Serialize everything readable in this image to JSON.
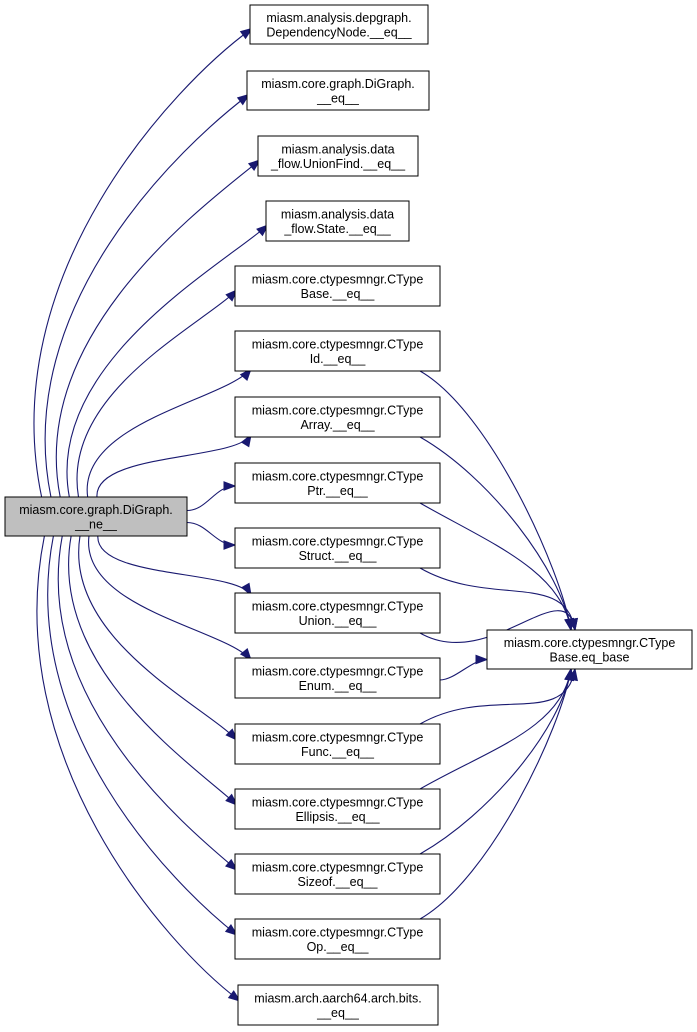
{
  "graph": {
    "colors": {
      "edge": "#191970",
      "node_fill": "#ffffff",
      "root_fill": "#bfbfbf",
      "node_border": "#000000"
    },
    "root": {
      "id": "digraph_ne",
      "lines": [
        "miasm.core.graph.DiGraph.",
        "__ne__"
      ]
    },
    "callees": [
      {
        "id": "depgraph_eq",
        "lines": [
          "miasm.analysis.depgraph.",
          "DependencyNode.__eq__"
        ],
        "calls_eq_base": false
      },
      {
        "id": "digraph_eq",
        "lines": [
          "miasm.core.graph.DiGraph.",
          "__eq__"
        ],
        "calls_eq_base": false
      },
      {
        "id": "unionfind_eq",
        "lines": [
          "miasm.analysis.data",
          "_flow.UnionFind.__eq__"
        ],
        "calls_eq_base": false
      },
      {
        "id": "state_eq",
        "lines": [
          "miasm.analysis.data",
          "_flow.State.__eq__"
        ],
        "calls_eq_base": false
      },
      {
        "id": "ctypebase_eq",
        "lines": [
          "miasm.core.ctypesmngr.CType",
          "Base.__eq__"
        ],
        "calls_eq_base": false
      },
      {
        "id": "ctypeid_eq",
        "lines": [
          "miasm.core.ctypesmngr.CType",
          "Id.__eq__"
        ],
        "calls_eq_base": true
      },
      {
        "id": "ctypearray_eq",
        "lines": [
          "miasm.core.ctypesmngr.CType",
          "Array.__eq__"
        ],
        "calls_eq_base": true
      },
      {
        "id": "ctypeptr_eq",
        "lines": [
          "miasm.core.ctypesmngr.CType",
          "Ptr.__eq__"
        ],
        "calls_eq_base": true
      },
      {
        "id": "ctypestruct_eq",
        "lines": [
          "miasm.core.ctypesmngr.CType",
          "Struct.__eq__"
        ],
        "calls_eq_base": true
      },
      {
        "id": "ctypeunion_eq",
        "lines": [
          "miasm.core.ctypesmngr.CType",
          "Union.__eq__"
        ],
        "calls_eq_base": true
      },
      {
        "id": "ctypeenum_eq",
        "lines": [
          "miasm.core.ctypesmngr.CType",
          "Enum.__eq__"
        ],
        "calls_eq_base": true
      },
      {
        "id": "ctypefunc_eq",
        "lines": [
          "miasm.core.ctypesmngr.CType",
          "Func.__eq__"
        ],
        "calls_eq_base": true
      },
      {
        "id": "ctypeellipsis_eq",
        "lines": [
          "miasm.core.ctypesmngr.CType",
          "Ellipsis.__eq__"
        ],
        "calls_eq_base": true
      },
      {
        "id": "ctypesizeof_eq",
        "lines": [
          "miasm.core.ctypesmngr.CType",
          "Sizeof.__eq__"
        ],
        "calls_eq_base": true
      },
      {
        "id": "ctypeop_eq",
        "lines": [
          "miasm.core.ctypesmngr.CType",
          "Op.__eq__"
        ],
        "calls_eq_base": true
      },
      {
        "id": "aarch64_bits_eq",
        "lines": [
          "miasm.arch.aarch64.arch.bits.",
          "__eq__"
        ],
        "calls_eq_base": false
      }
    ],
    "eq_base": {
      "id": "ctypebase_eq_base",
      "lines": [
        "miasm.core.ctypesmngr.CType",
        "Base.eq_base"
      ]
    }
  }
}
